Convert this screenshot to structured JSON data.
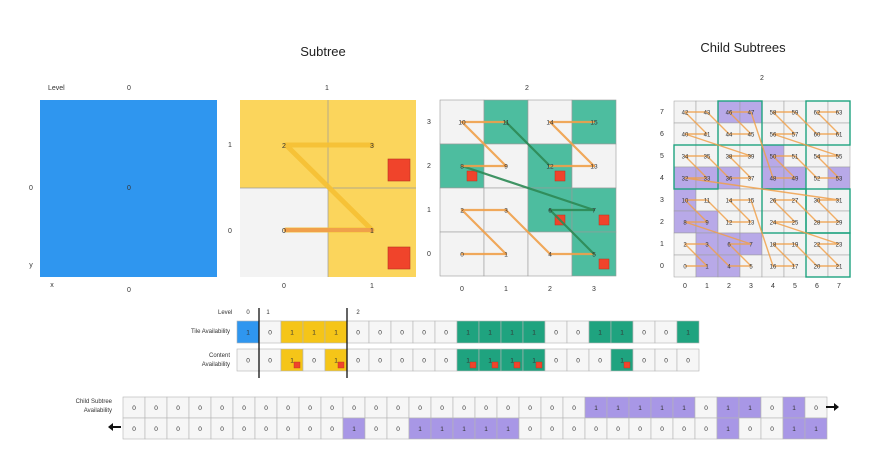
{
  "titles": {
    "subtree": "Subtree",
    "child_subtrees": "Child Subtrees"
  },
  "level_label": "Level",
  "level_headers": [
    "0",
    "1",
    "2"
  ],
  "child_level_header": "2",
  "axis_label_x": "x",
  "axis_label_y": "y",
  "level0": {
    "x_ticks": [
      "0"
    ],
    "y_ticks": [
      "0"
    ],
    "tile_label": "0"
  },
  "level1": {
    "x_ticks": [
      "0",
      "1"
    ],
    "y_ticks": [
      "0",
      "1"
    ],
    "tile_labels": [
      "0",
      "1",
      "2",
      "3"
    ]
  },
  "level2": {
    "x_ticks": [
      "0",
      "1",
      "2",
      "3"
    ],
    "y_ticks": [
      "0",
      "1",
      "2",
      "3"
    ]
  },
  "level3": {
    "x_ticks": [
      "0",
      "1",
      "2",
      "3",
      "4",
      "5",
      "6",
      "7"
    ],
    "y_ticks": [
      "0",
      "1",
      "2",
      "3",
      "4",
      "5",
      "6",
      "7"
    ]
  },
  "colors": {
    "level0": "#2f96ef",
    "level1": "#fbd55c",
    "level2": "#4dbd9f",
    "level3": "#b8a9e8",
    "content": "#f0442b",
    "path": "#f0a04a",
    "path_level1": "#f5c033",
    "path_level2": "#2d8a55",
    "grid": "#9a9a9a",
    "empty": "#f3f3f3",
    "bar_yellow": "#f5c518",
    "bar_green": "#1fa37f",
    "bar_purple": "#a897e6"
  },
  "bitstreams": {
    "level_label": "Level",
    "level_markers": [
      "0",
      "1",
      "2"
    ],
    "tile_label": "Tile Availability",
    "content_label_line1": "Content",
    "content_label_line2": "Availability",
    "child_label_line1": "Child Subtree",
    "child_label_line2": "Availability",
    "tile": [
      "1",
      "0",
      "1",
      "1",
      "1",
      "0",
      "0",
      "0",
      "0",
      "0",
      "1",
      "1",
      "1",
      "1",
      "0",
      "0",
      "1",
      "1",
      "0",
      "0",
      "1"
    ],
    "content": [
      "0",
      "0",
      "1",
      "0",
      "1",
      "0",
      "0",
      "0",
      "0",
      "0",
      "1",
      "1",
      "1",
      "1",
      "0",
      "0",
      "0",
      "1",
      "0",
      "0",
      "0"
    ],
    "child_row1": [
      "0",
      "0",
      "0",
      "0",
      "0",
      "0",
      "0",
      "0",
      "0",
      "0",
      "0",
      "0",
      "0",
      "0",
      "0",
      "0",
      "0",
      "0",
      "0",
      "0",
      "0",
      "1",
      "1",
      "1",
      "1",
      "1",
      "0",
      "1",
      "1",
      "0",
      "1",
      "0"
    ],
    "child_row2": [
      "0",
      "0",
      "0",
      "0",
      "0",
      "0",
      "0",
      "0",
      "0",
      "0",
      "1",
      "0",
      "0",
      "1",
      "1",
      "1",
      "1",
      "1",
      "0",
      "0",
      "0",
      "0",
      "0",
      "0",
      "0",
      "0",
      "0",
      "1",
      "0",
      "0",
      "1",
      "1"
    ]
  }
}
